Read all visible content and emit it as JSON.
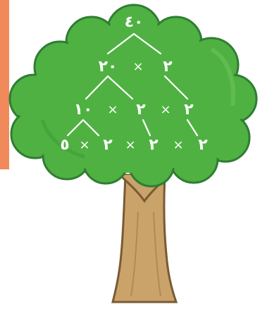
{
  "factor_tree": {
    "root": "٤٠",
    "level1": {
      "left": "٢٠",
      "op": "×",
      "right": "٢"
    },
    "level2": {
      "a": "١٠",
      "op1": "×",
      "b": "٢",
      "op2": "×",
      "c": "٢"
    },
    "level3": {
      "a": "٥",
      "op1": "×",
      "b": "٢",
      "op2": "×",
      "c": "٢",
      "op3": "×",
      "d": "٢"
    }
  },
  "colors": {
    "canopy": "#4fb141",
    "canopy_dark": "#2f7d33",
    "canopy_light": "#6cc35a",
    "trunk": "#c9a36a",
    "trunk_dark": "#7a5a34",
    "numbers": "#ffffff",
    "edge_strip": "#f08a5a"
  }
}
